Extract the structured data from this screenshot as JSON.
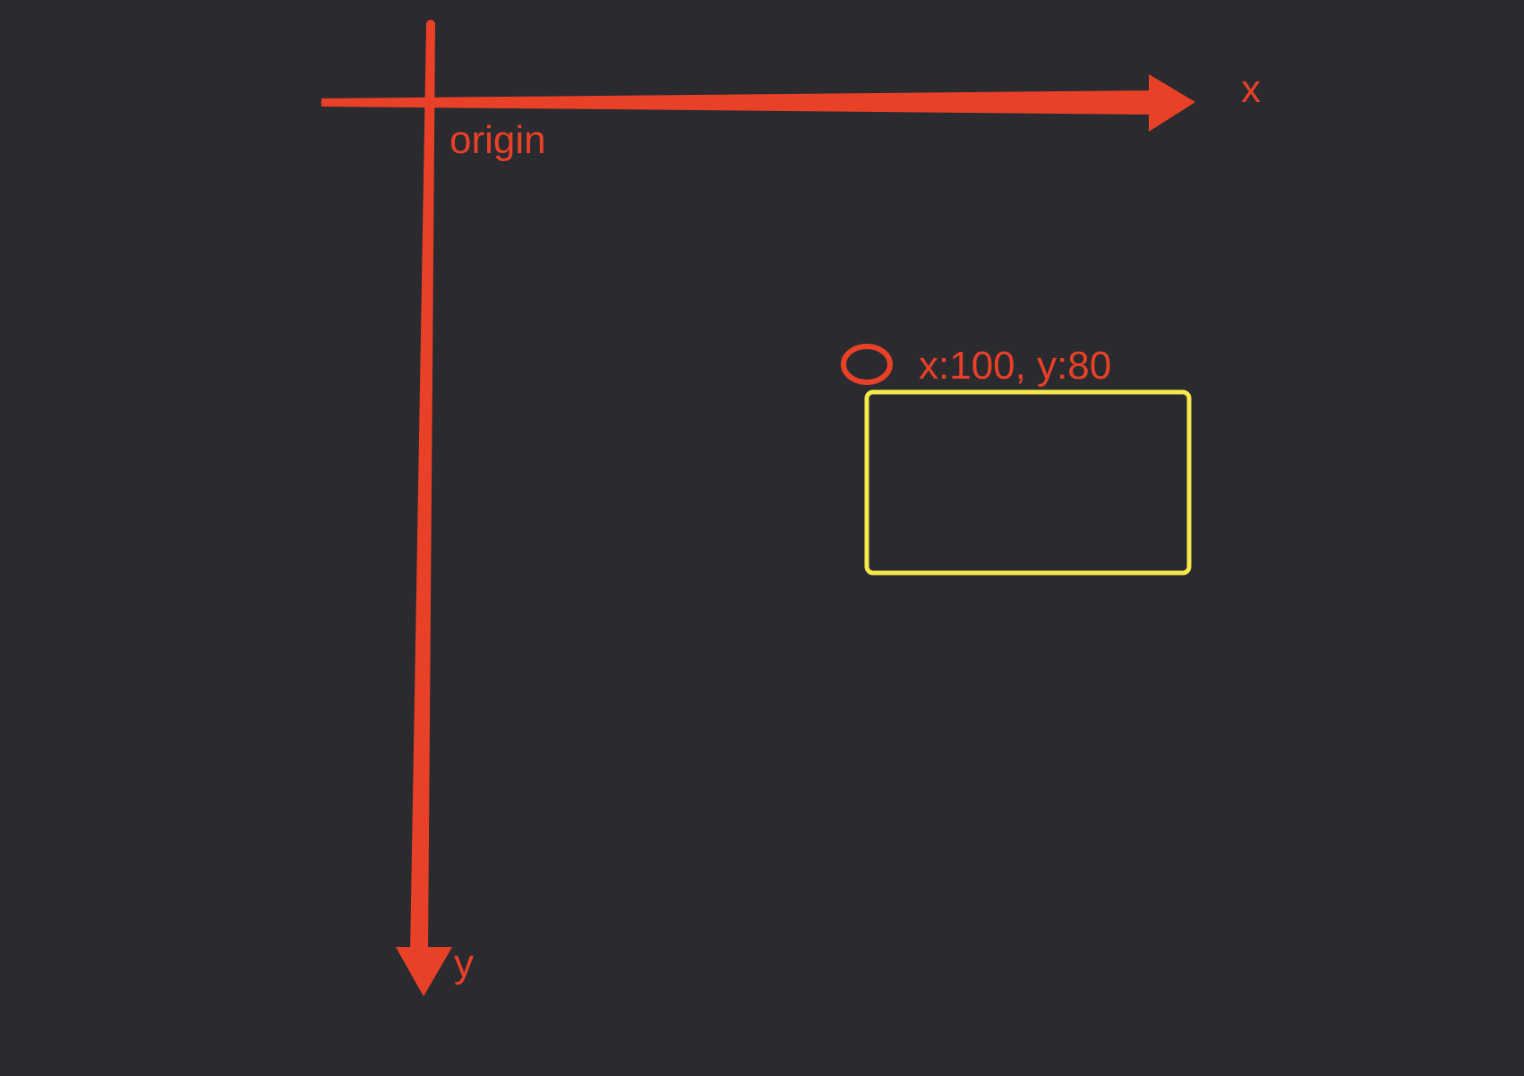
{
  "colors": {
    "background": "#2a2a2f",
    "axis": "#e94128",
    "box": "#f6e94b"
  },
  "labels": {
    "x_axis": "x",
    "y_axis": "y",
    "origin": "origin",
    "point": "x:100, y:80"
  }
}
